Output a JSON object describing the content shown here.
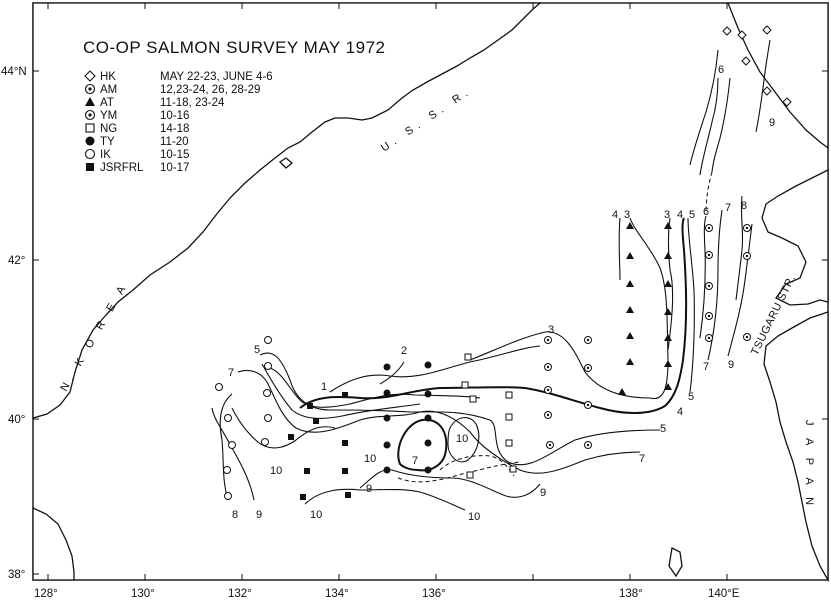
{
  "map": {
    "title": "CO-OP SALMON SURVEY  MAY 1972",
    "legend": [
      {
        "symbol": "open-diamond",
        "code": "HK",
        "dates": "MAY 22-23, JUNE 4-6"
      },
      {
        "symbol": "double-circle",
        "code": "AM",
        "dates": "12,23-24, 26, 28-29"
      },
      {
        "symbol": "filled-triangle",
        "code": "AT",
        "dates": "11-18, 23-24"
      },
      {
        "symbol": "double-circle",
        "code": "YM",
        "dates": "10-16"
      },
      {
        "symbol": "open-square",
        "code": "NG",
        "dates": "14-18"
      },
      {
        "symbol": "filled-circle",
        "code": "TY",
        "dates": "11-20"
      },
      {
        "symbol": "open-circle",
        "code": "IK",
        "dates": "10-15"
      },
      {
        "symbol": "filled-square",
        "code": "JSRFRL",
        "dates": "10-17"
      }
    ],
    "lat_ticks": [
      "44°N",
      "42°",
      "40°",
      "38°"
    ],
    "lon_ticks": [
      "128°",
      "130°",
      "132°",
      "134°",
      "136°",
      "138°",
      "140°E"
    ],
    "place_labels": {
      "ussr": "U. S. S. R.",
      "korea": "N. K O R E A",
      "japan": "J A P A N",
      "tsugaru": "TSUGARU STR."
    },
    "contour_labels": [
      "1",
      "2",
      "3",
      "3",
      "3",
      "4",
      "4",
      "4",
      "5",
      "5",
      "5",
      "5",
      "6",
      "6",
      "7",
      "7",
      "7",
      "7",
      "7",
      "8",
      "8",
      "9",
      "9",
      "9",
      "9",
      "9",
      "10",
      "10",
      "10",
      "10",
      "10"
    ]
  }
}
